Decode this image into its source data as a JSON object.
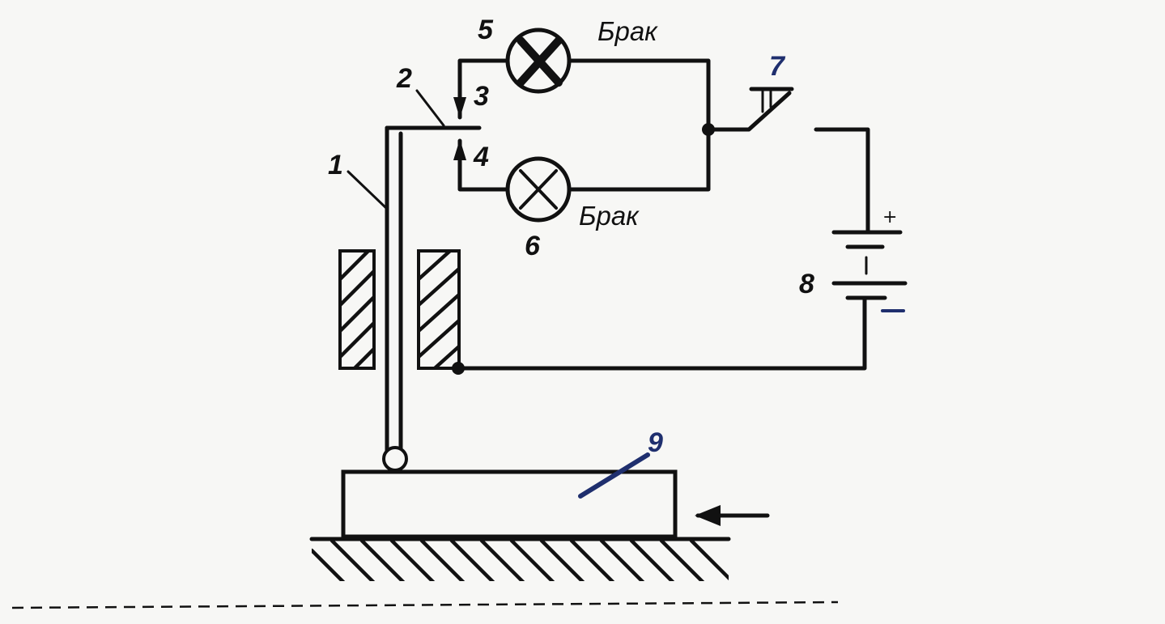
{
  "labels": {
    "n1": "1",
    "n2": "2",
    "n3": "3",
    "n4": "4",
    "n5": "5",
    "n6": "6",
    "n7": "7",
    "n8": "8",
    "n9": "9",
    "lamp_top": "Брак",
    "lamp_bottom": "Брак",
    "plus": "+"
  },
  "colors": {
    "ink": "#111111",
    "ink_blue": "#1f2f6e",
    "paper": "#f7f7f5"
  }
}
